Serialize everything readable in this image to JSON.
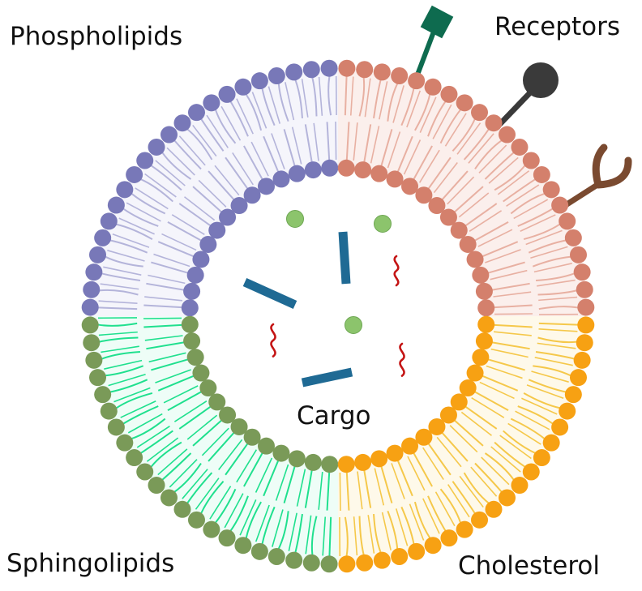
{
  "labels": {
    "phospholipids": "Phospholipids",
    "receptors": "Receptors",
    "sphingolipids": "Sphingolipids",
    "cholesterol": "Cholesterol",
    "cargo": "Cargo"
  },
  "quadrants": [
    {
      "name": "phospholipids",
      "head": "#7878b8",
      "tail": "#b4b4da",
      "fill": "#f5f5fb"
    },
    {
      "name": "receptors-region",
      "head": "#d4806c",
      "tail": "#e8b0a2",
      "fill": "#fbefec"
    },
    {
      "name": "sphingolipids",
      "head": "#7a9a58",
      "tail": "#1fe08e",
      "fill": "#eefdf7"
    },
    {
      "name": "cholesterol",
      "head": "#f7a113",
      "tail": "#f5c84a",
      "fill": "#fef9ea"
    }
  ],
  "receptors": [
    {
      "icon": "diamond-receptor-icon",
      "color": "#0e6b4f"
    },
    {
      "icon": "round-receptor-icon",
      "color": "#3a3a3a"
    },
    {
      "icon": "y-receptor-icon",
      "color": "#7a4a30"
    }
  ],
  "cargo_colors": {
    "rod": "#1f6a94",
    "sphere": "#8cc46c",
    "squiggle": "#c41414"
  }
}
